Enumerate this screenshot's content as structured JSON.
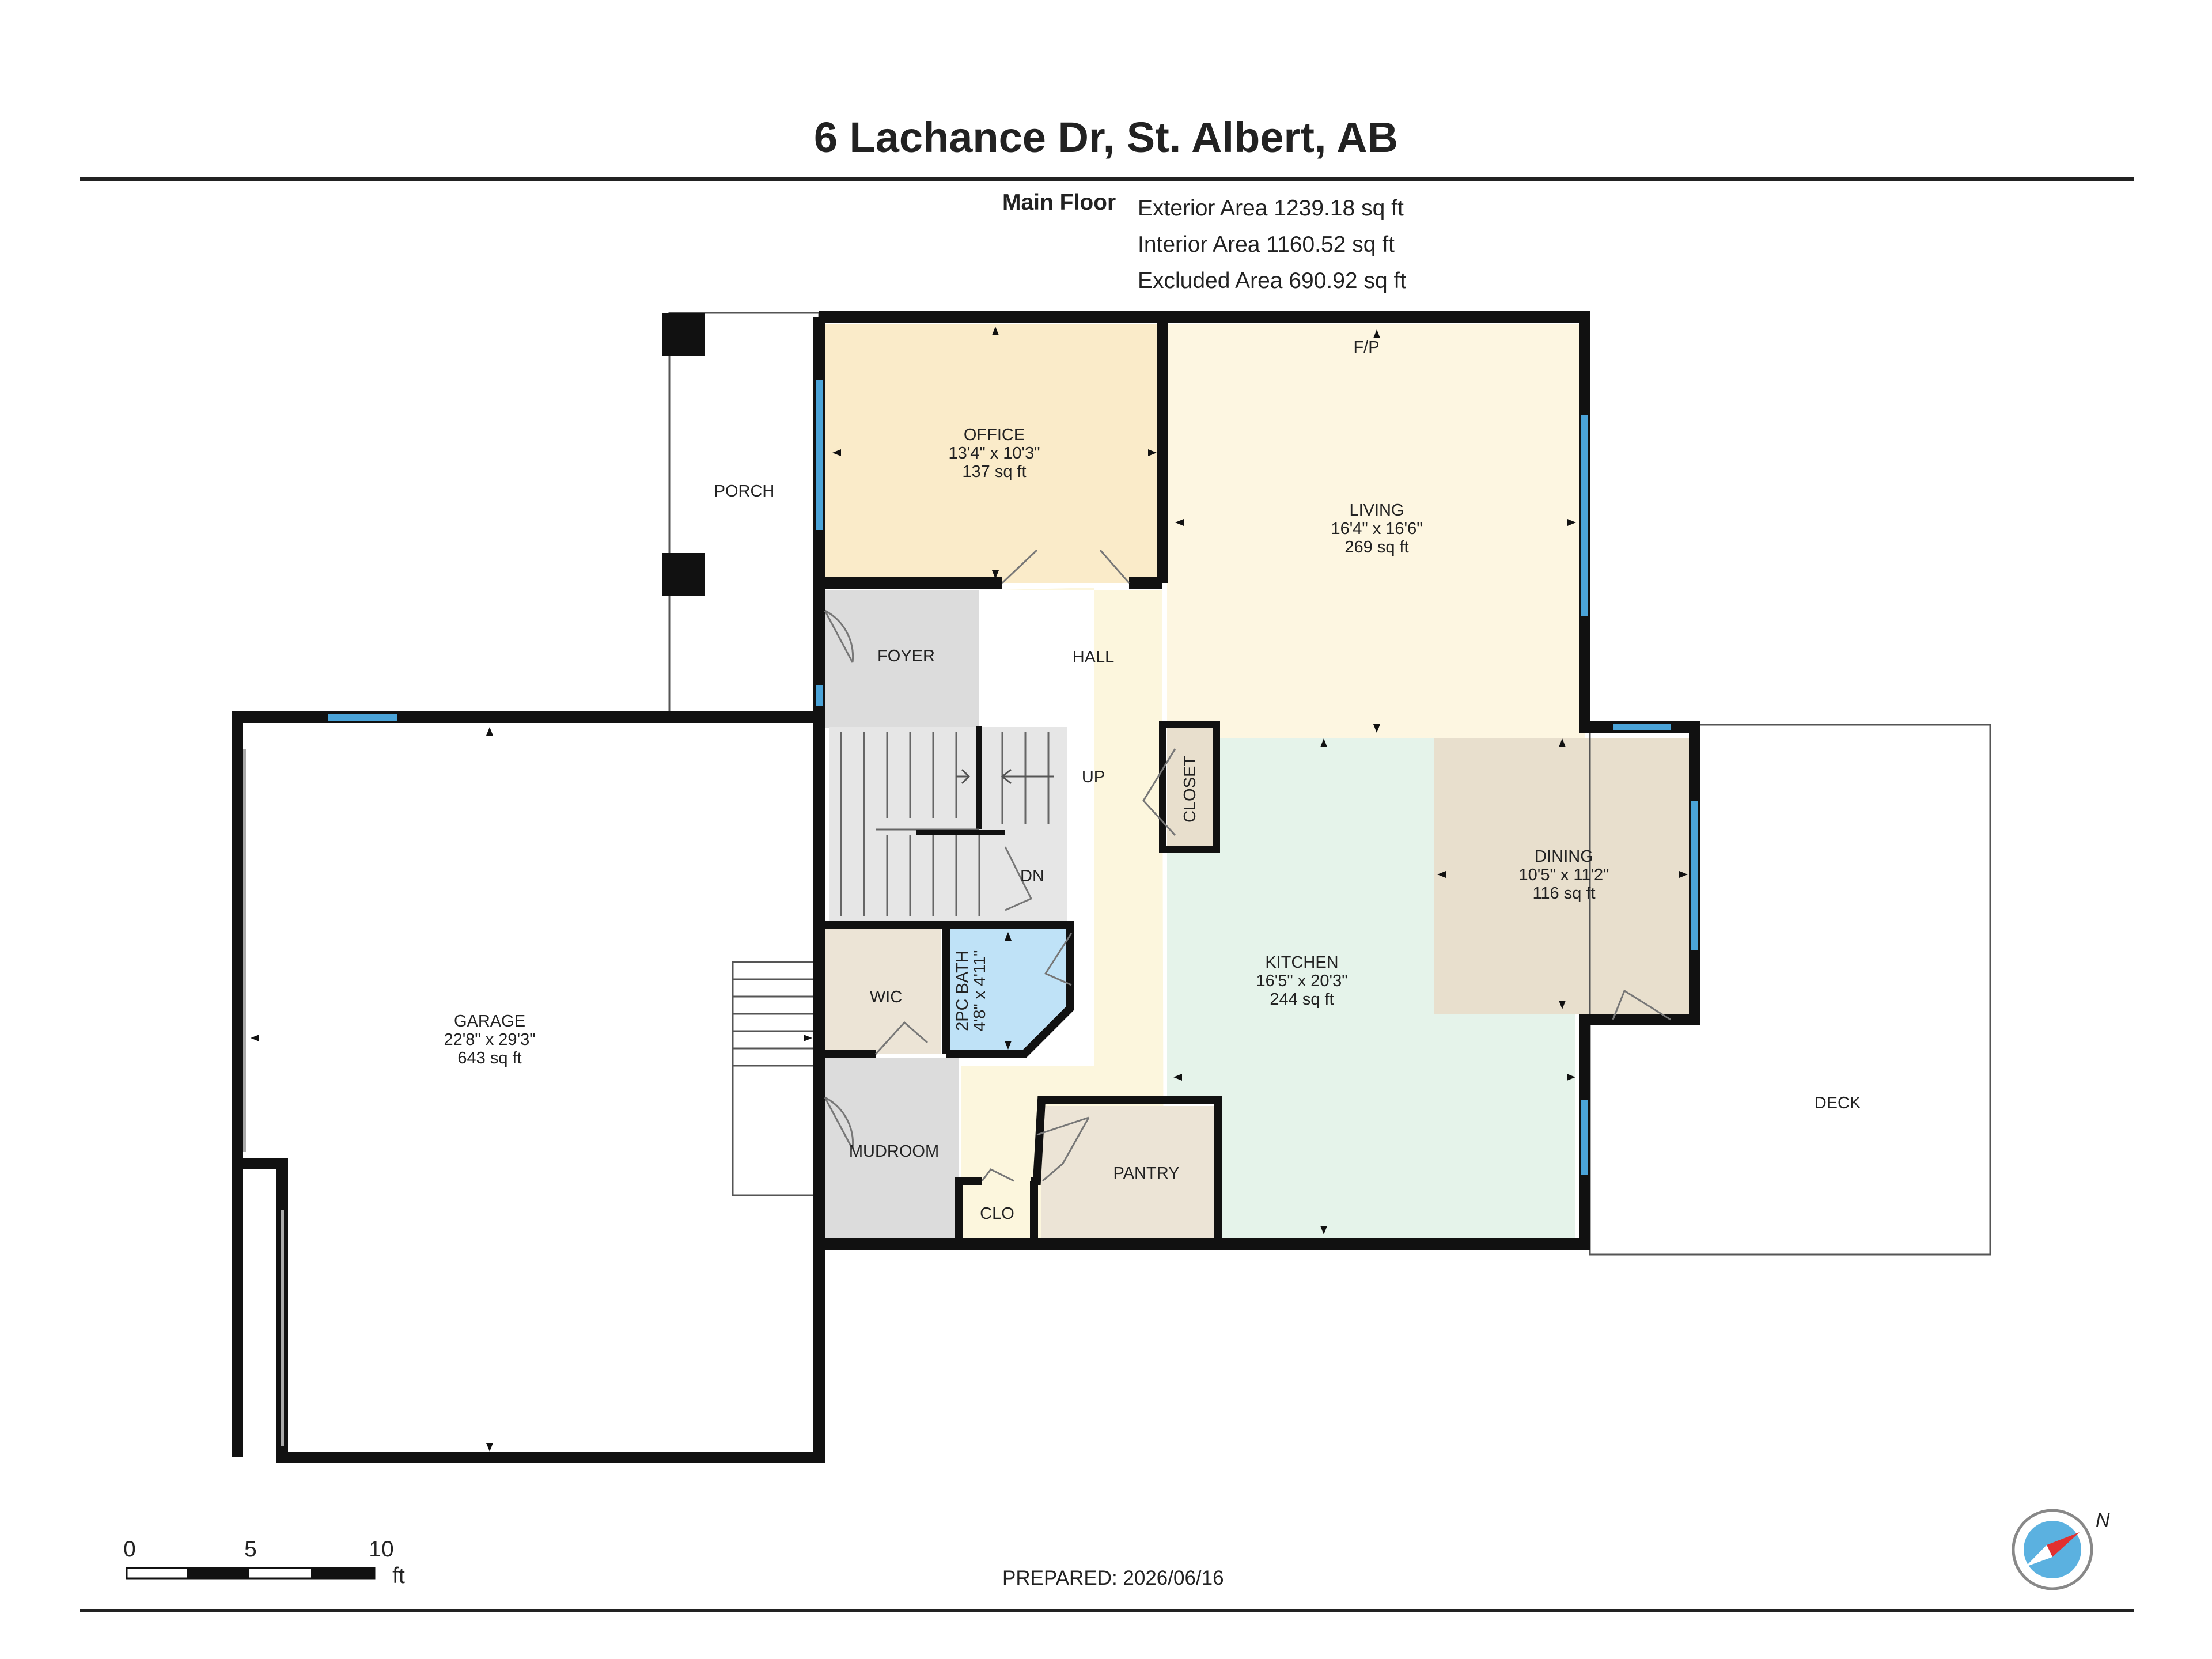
{
  "title": "6 Lachance Dr, St. Albert, AB",
  "floor": {
    "name": "Main Floor",
    "exterior_area": "Exterior Area 1239.18 sq ft",
    "interior_area": "Interior Area 1160.52 sq ft",
    "excluded_area": "Excluded Area 690.92 sq ft"
  },
  "rooms": {
    "office": {
      "name": "OFFICE",
      "dims": "13'4\" x 10'3\"",
      "area": "137 sq ft"
    },
    "living": {
      "name": "LIVING",
      "dims": "16'4\" x 16'6\"",
      "area": "269 sq ft"
    },
    "fp": "F/P",
    "porch": "PORCH",
    "foyer": "FOYER",
    "hall": "HALL",
    "up": "UP",
    "dn": "DN",
    "closet": "CLOSET",
    "dining": {
      "name": "DINING",
      "dims": "10'5\" x 11'2\"",
      "area": "116 sq ft"
    },
    "kitchen": {
      "name": "KITCHEN",
      "dims": "16'5\" x 20'3\"",
      "area": "244 sq ft"
    },
    "garage": {
      "name": "GARAGE",
      "dims": "22'8\" x 29'3\"",
      "area": "643 sq ft"
    },
    "wic": "WIC",
    "bath": {
      "name": "2PC BATH",
      "dims": "4'8\" x 4'11\""
    },
    "mudroom": "MUDROOM",
    "clo": "CLO",
    "pantry": "PANTRY",
    "deck": "DECK"
  },
  "scale": {
    "t0": "0",
    "t5": "5",
    "t10": "10",
    "unit": "ft"
  },
  "prepared": "PREPARED: 2026/06/16",
  "compass_label": "N",
  "colors": {
    "wall": "#111111",
    "window": "#4aa3d8",
    "office": "#faebc9",
    "living": "#fdf6e1",
    "hall": "#fcf6dd",
    "kitchen": "#e5f3ea",
    "dining": "#e8dfcd",
    "gray_room": "#dcdcdc",
    "bath": "#bfe2f7",
    "wic": "#ece4d6",
    "pantry": "#ece4d6",
    "compass_ring": "#5bb1e0",
    "compass_needle": "#e23030"
  }
}
